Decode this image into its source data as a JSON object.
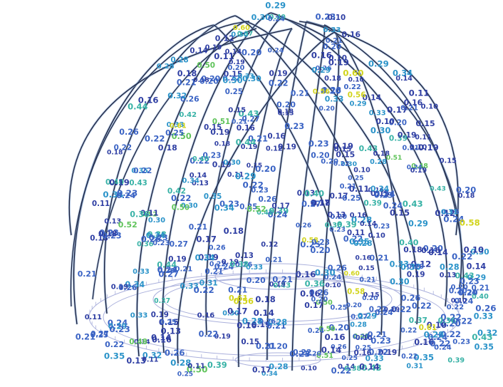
{
  "view": {
    "background": "#ffffff",
    "base_ring_color": "#aab0dc",
    "rib_color": "#1a1f3a",
    "rib_shadow_color": "#7a9fd0"
  },
  "label_palette": {
    "low": "#2e3ea3",
    "low_mid": "#3a63c4",
    "mid": "#2a93c9",
    "mid_high": "#38b2a6",
    "high": "#5fc35a",
    "peak": "#d2d41c"
  },
  "ratio_labels": [
    "0.21",
    "0.23",
    "0.24",
    "0.25",
    "0.24",
    "0.21",
    "0.34",
    "0.28",
    "0.23",
    "0.16",
    "0.43",
    "0.16",
    "0.13",
    "0.14",
    "0.19",
    "0.18",
    "0.15",
    "0.16",
    "0.20",
    "0.19",
    "0.17",
    "0.16",
    "0.14",
    "0.15",
    "0.22",
    "0.19",
    "0.10",
    "0.16",
    "0.22",
    "0.20",
    "0.23",
    "0.21",
    "0.19",
    "0.29",
    "0.26",
    "0.29",
    "0.52",
    "0.33",
    "0.40",
    "0.48",
    "0.20",
    "0.21",
    "0.27",
    "0.25",
    "0.26",
    "0.24",
    "0.28",
    "0.50",
    "0.20",
    "0.36",
    "0.39",
    "0.35",
    "0.25",
    "0.43",
    "0.30",
    "0.33",
    "0.30",
    "0.22",
    "0.22",
    "0.30",
    "0.51",
    "0.56",
    "0.58",
    "0.60",
    "0.31",
    "0.26",
    "0.27",
    "0.34",
    "0.21",
    "0.20",
    "0.28",
    "0.18",
    "0.23",
    "0.24",
    "0.22",
    "0.22",
    "0.22",
    "0.28",
    "0.40",
    "0.37",
    "0.24",
    "0.39",
    "0.12",
    "0.19",
    "0.15",
    "0.14",
    "0.19",
    "0.18",
    "0.10",
    "0.32",
    "0.29",
    "0.33",
    "0.26",
    "0.23",
    "0.30",
    "0.38",
    "0.11",
    "0.61",
    "0.20",
    "0.16",
    "0.23",
    "0.33",
    "0.35",
    "0.26",
    "0.42",
    "0.13",
    "0.18",
    "0.19",
    "0.43",
    "0.50",
    "0.21",
    "0.25",
    "0.24",
    "0.20",
    "0.20",
    "0.10",
    "0.22",
    "0.34",
    "0.15",
    "0.14",
    "0.13",
    "0.11",
    "0.22",
    "0.21",
    "0.20",
    "0.18",
    "0.17",
    "0.10",
    "0.11",
    "0.23",
    "0.19",
    "0.44",
    "0.26",
    "0.22",
    "0.21",
    "0.20",
    "0.17",
    "0.15",
    "0.14",
    "0.12",
    "0.11",
    "0.10",
    "0.30",
    "0.36"
  ]
}
